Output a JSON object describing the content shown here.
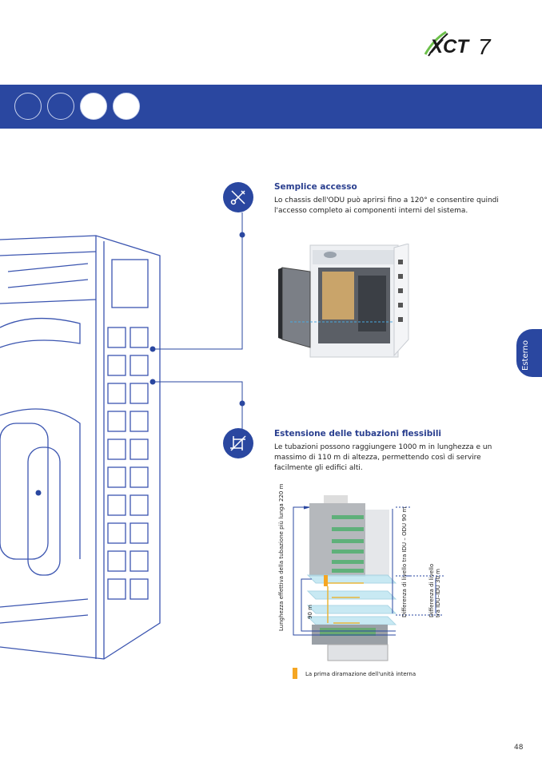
{
  "header": {
    "logo_text": "XCT7",
    "product_icons": [
      "odu-single-fan-icon",
      "odu-double-fan-icon",
      "odu-tall-icon",
      "odu-slim-icon"
    ]
  },
  "features": [
    {
      "title": "Semplice accesso",
      "body": "Lo chassis dell'ODU può aprirsi fino a 120° e consentire quindi l'accesso completo ai componenti interni del sistema.",
      "icon": "tools-icon"
    },
    {
      "title": "Estensione delle tubazioni flessibili",
      "body": "Le tubazioni possono raggiungere 1000 m in lunghezza e un massimo di 110 m di altezza, permettendo così di servire facilmente gli edifici alti.",
      "icon": "crop-icon"
    }
  ],
  "diagram": {
    "label_length": "Lunghezza effettiva della tubazione più lunga 220 m",
    "label_90": "90 m",
    "label_idu_odu": "Differenza di livello tra IDU – ODU 90 m",
    "label_idu_idu": "Differenza di livello tra IDU–IDU 30 m",
    "legend": "La prima diramazione dell'unità interna"
  },
  "side_tab": "Esterno",
  "page_number": "48",
  "colors": {
    "brand": "#2a47a0",
    "accent": "#f5a623"
  }
}
